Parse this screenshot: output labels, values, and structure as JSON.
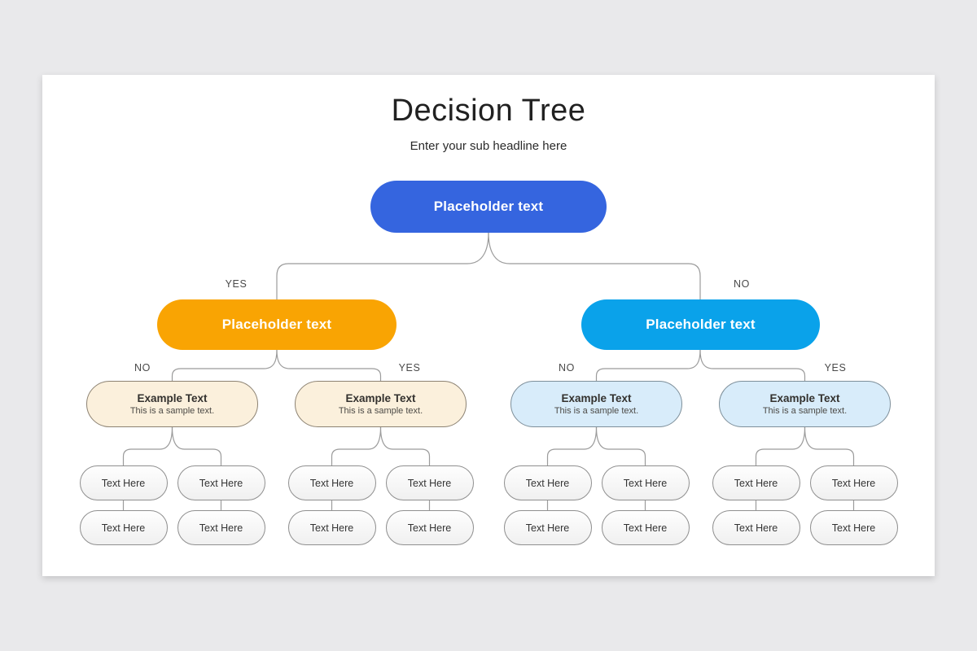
{
  "header": {
    "title": "Decision Tree",
    "subtitle": "Enter your sub headline here"
  },
  "tree": {
    "root": {
      "label": "Placeholder text",
      "color": "#3565df"
    },
    "branch_left": {
      "label": "Placeholder text",
      "color": "#f9a403"
    },
    "branch_right": {
      "label": "Placeholder text",
      "color": "#0aa2ea"
    },
    "examples": [
      {
        "title": "Example Text",
        "subtitle": "This is a sample text.",
        "fill": "#fbf0dc"
      },
      {
        "title": "Example Text",
        "subtitle": "This is a sample text.",
        "fill": "#fbf0dc"
      },
      {
        "title": "Example Text",
        "subtitle": "This is a sample text.",
        "fill": "#d8ecfa"
      },
      {
        "title": "Example Text",
        "subtitle": "This is a sample text.",
        "fill": "#d8ecfa"
      }
    ],
    "branch_labels": {
      "level2": [
        "YES",
        "NO"
      ],
      "level3": [
        "NO",
        "YES",
        "NO",
        "YES"
      ]
    },
    "leaves": [
      "Text Here",
      "Text Here",
      "Text Here",
      "Text Here",
      "Text Here",
      "Text Here",
      "Text Here",
      "Text Here",
      "Text Here",
      "Text Here",
      "Text Here",
      "Text Here",
      "Text Here",
      "Text Here",
      "Text Here",
      "Text Here"
    ],
    "connector_color": "#9b9b9b"
  },
  "page": {
    "background": "#e9e9eb",
    "card_background": "#ffffff"
  }
}
